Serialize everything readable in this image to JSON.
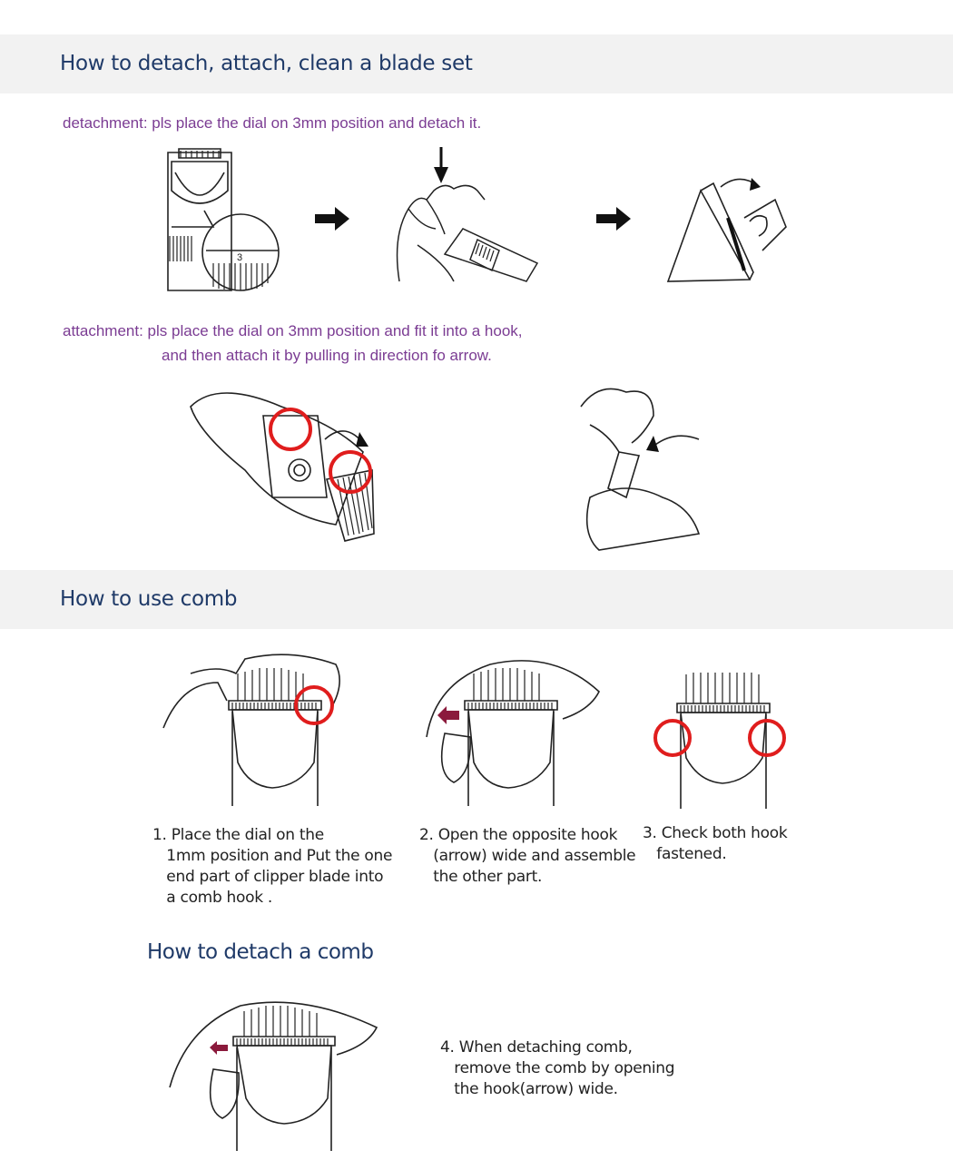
{
  "section1": {
    "title": "How to detach, attach, clean a blade set",
    "detachment_text": "detachment: pls place the dial on 3mm position and detach it.",
    "dial_number": "3",
    "attachment_line1": "attachment: pls place the dial on 3mm position and fit it into a hook,",
    "attachment_line2": "and then attach it by pulling in direction fo arrow."
  },
  "section2": {
    "title": "How to use comb",
    "step1": "1. Place the dial on the\n   1mm position and Put the one\n   end part of clipper blade into\n   a comb hook .",
    "step2": "2. Open the opposite hook\n   (arrow) wide and assemble\n   the other part.",
    "step3": "3. Check both hook\n   fastened.",
    "detach_title": "How to detach a comb",
    "step4": "4. When detaching comb,\n   remove the comb by opening\n   the hook(arrow) wide."
  },
  "colors": {
    "heading": "#1f3a68",
    "instruction": "#7b3c93",
    "band": "#f2f2f2",
    "highlight_circle": "#e01d1d",
    "pull_arrow": "#8b1a3c"
  }
}
